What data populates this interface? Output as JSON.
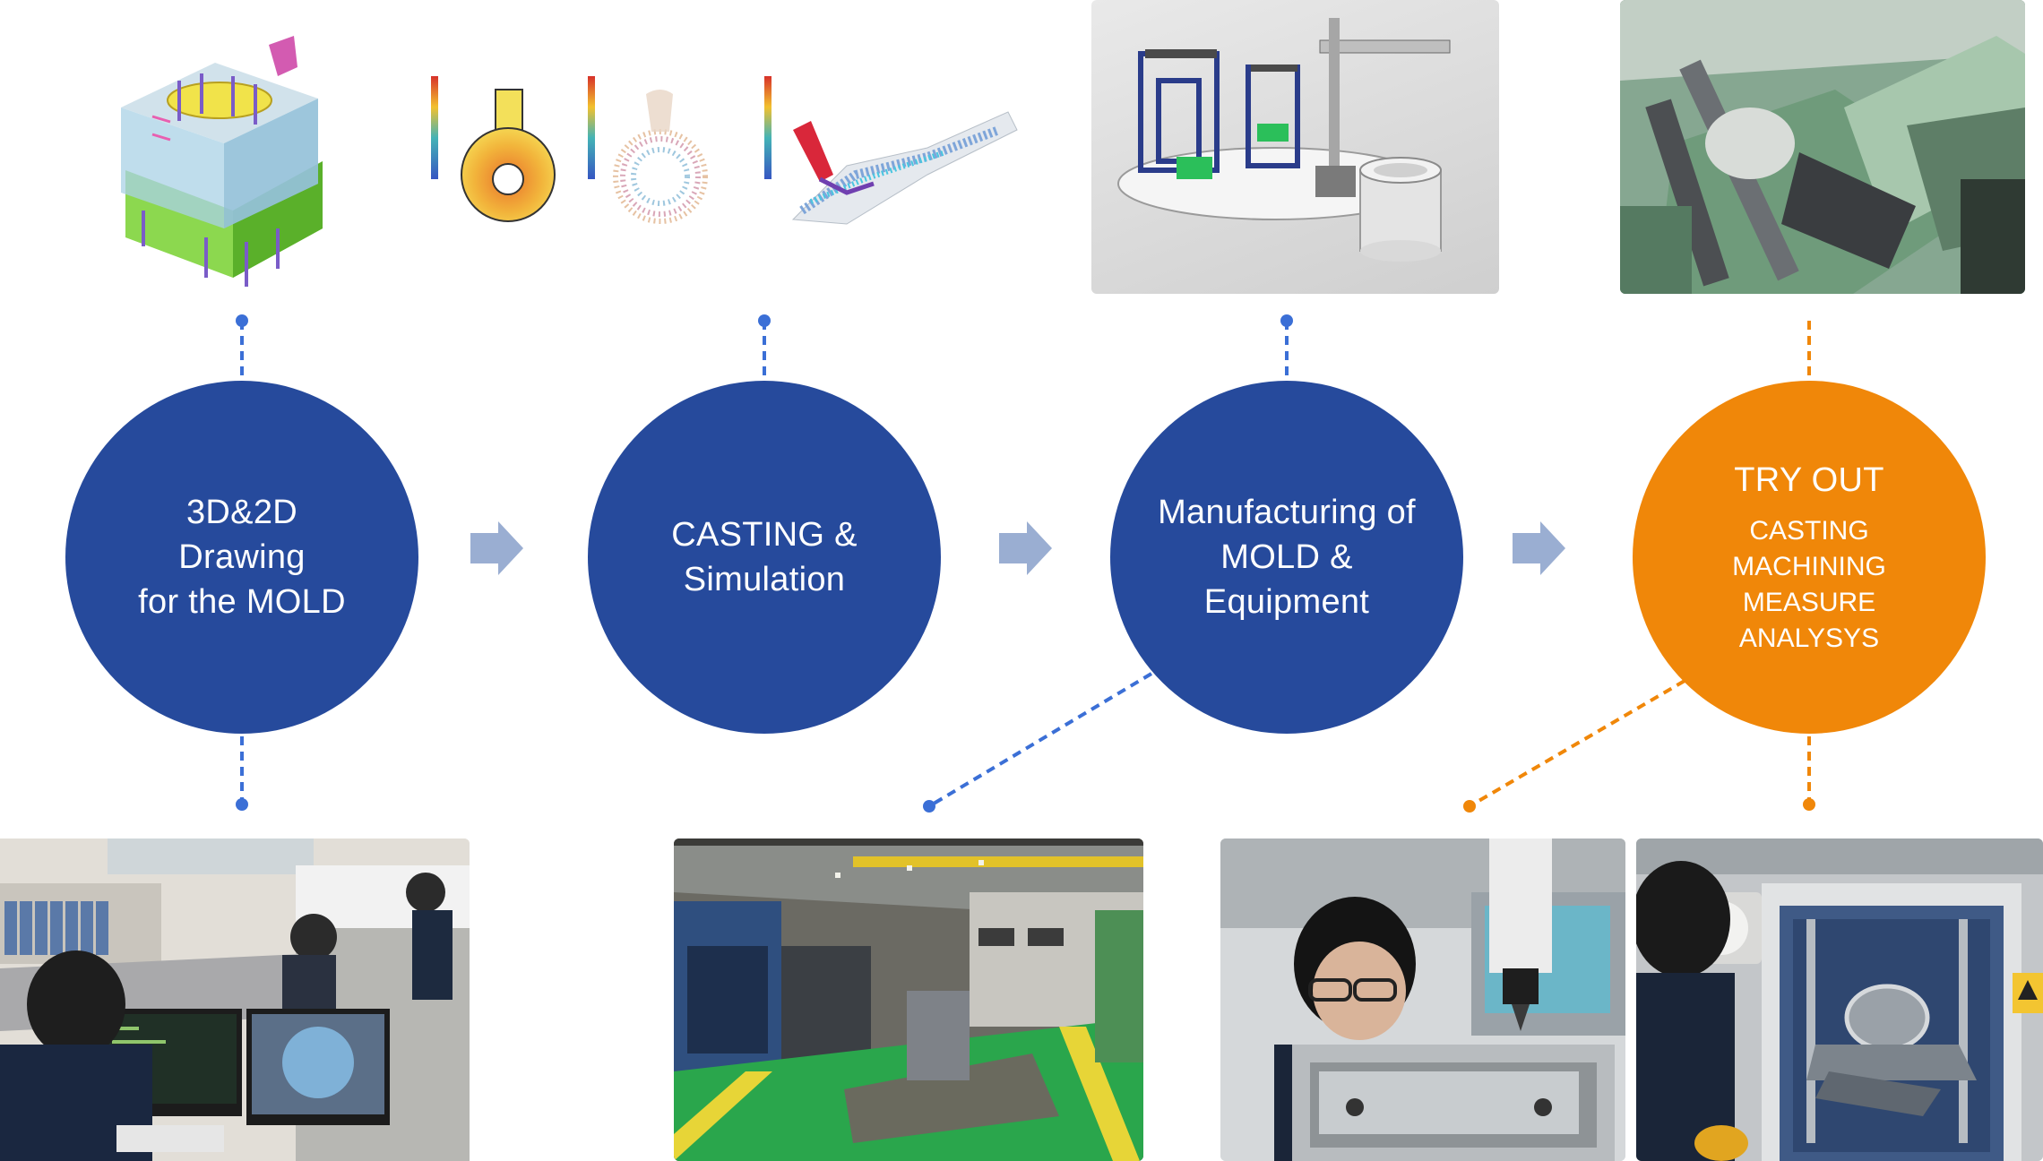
{
  "steps": [
    {
      "title": "3D&2D\nDrawing\nfor the MOLD"
    },
    {
      "title": "CASTING &\nSimulation"
    },
    {
      "title": "Manufacturing of\nMOLD &\nEquipment"
    },
    {
      "title": "TRY OUT",
      "items": [
        "CASTING",
        "MACHINING",
        "MEASURE",
        "ANALYSYS"
      ]
    }
  ],
  "colors": {
    "step_blue": "#264a9c",
    "step_orange": "#f08709",
    "arrow": "#9aaed2",
    "connector_blue": "#3b6fd6",
    "connector_orange": "#f08709"
  },
  "images": [
    {
      "name": "mold-3d-model-image",
      "depicts": "3D CAD mold model"
    },
    {
      "name": "casting-simulation-image",
      "depicts": "casting flow simulation results"
    },
    {
      "name": "equipment-cad-image",
      "depicts": "CAD render of mold equipment"
    },
    {
      "name": "tryout-casting-machine-photo",
      "depicts": "casting machine"
    },
    {
      "name": "design-office-photo",
      "depicts": "engineers at CAD workstations"
    },
    {
      "name": "factory-floor-photo",
      "depicts": "machining workshop"
    },
    {
      "name": "cmm-measurement-photo",
      "depicts": "operator at coordinate measuring machine"
    },
    {
      "name": "xray-analysis-photo",
      "depicts": "operator at x-ray analysis machine"
    }
  ]
}
